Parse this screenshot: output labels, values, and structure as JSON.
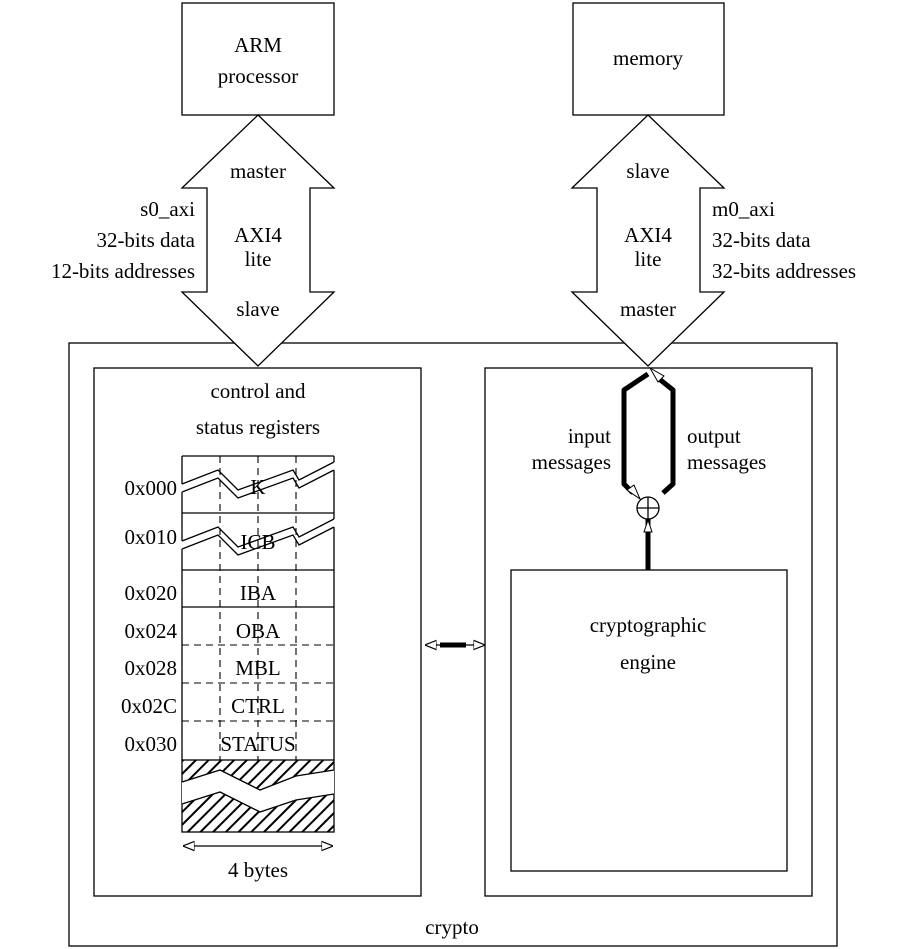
{
  "arm": {
    "line1": "ARM",
    "line2": "processor"
  },
  "memory": {
    "label": "memory"
  },
  "left_bus": {
    "top": "master",
    "proto1": "AXI4",
    "proto2": "lite",
    "bottom": "slave",
    "info": [
      "s0_axi",
      "32-bits data",
      "12-bits addresses"
    ]
  },
  "right_bus": {
    "top": "slave",
    "proto1": "AXI4",
    "proto2": "lite",
    "bottom": "master",
    "info": [
      "m0_axi",
      "32-bits data",
      "32-bits addresses"
    ]
  },
  "registers": {
    "title1": "control and",
    "title2": "status registers",
    "rows": [
      {
        "addr": "0x000",
        "name": "K"
      },
      {
        "addr": "0x010",
        "name": "ICB"
      },
      {
        "addr": "0x020",
        "name": "IBA"
      },
      {
        "addr": "0x024",
        "name": "OBA"
      },
      {
        "addr": "0x028",
        "name": "MBL"
      },
      {
        "addr": "0x02C",
        "name": "CTRL"
      },
      {
        "addr": "0x030",
        "name": "STATUS"
      }
    ],
    "width_label": "4 bytes"
  },
  "engine": {
    "input1": "input",
    "input2": "messages",
    "output1": "output",
    "output2": "messages",
    "line1": "cryptographic",
    "line2": "engine"
  },
  "crypto_label": "crypto"
}
